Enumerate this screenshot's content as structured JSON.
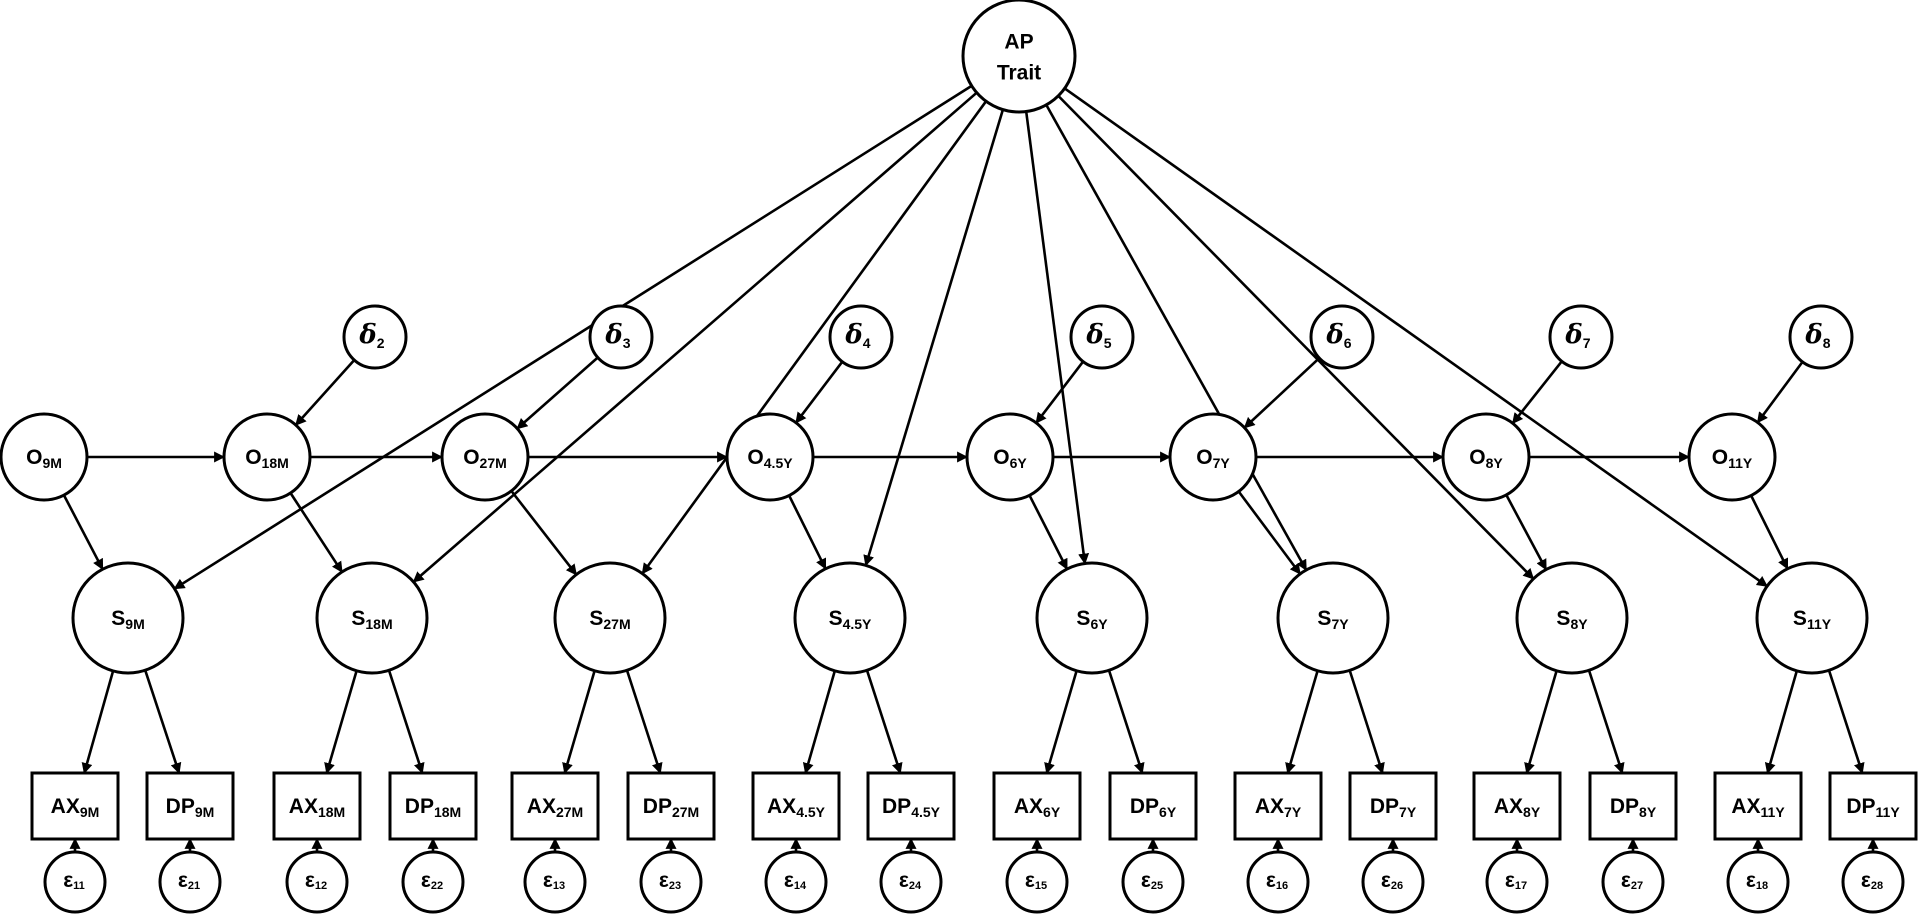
{
  "trait": {
    "line1": "AP",
    "line2": "Trait"
  },
  "waves": [
    {
      "o": {
        "b": "O",
        "s": "9M"
      },
      "s": {
        "b": "S",
        "s": "9M"
      },
      "ax": {
        "b": "AX",
        "s": "9M"
      },
      "dp": {
        "b": "DP",
        "s": "9M"
      },
      "e1": {
        "b": "ε",
        "s": "11"
      },
      "e2": {
        "b": "ε",
        "s": "21"
      },
      "d": null
    },
    {
      "o": {
        "b": "O",
        "s": "18M"
      },
      "s": {
        "b": "S",
        "s": "18M"
      },
      "ax": {
        "b": "AX",
        "s": "18M"
      },
      "dp": {
        "b": "DP",
        "s": "18M"
      },
      "e1": {
        "b": "ε",
        "s": "12"
      },
      "e2": {
        "b": "ε",
        "s": "22"
      },
      "d": {
        "b": "δ",
        "s": "2"
      }
    },
    {
      "o": {
        "b": "O",
        "s": "27M"
      },
      "s": {
        "b": "S",
        "s": "27M"
      },
      "ax": {
        "b": "AX",
        "s": "27M"
      },
      "dp": {
        "b": "DP",
        "s": "27M"
      },
      "e1": {
        "b": "ε",
        "s": "13"
      },
      "e2": {
        "b": "ε",
        "s": "23"
      },
      "d": {
        "b": "δ",
        "s": "3"
      }
    },
    {
      "o": {
        "b": "O",
        "s": "4.5Y"
      },
      "s": {
        "b": "S",
        "s": "4.5Y"
      },
      "ax": {
        "b": "AX",
        "s": "4.5Y"
      },
      "dp": {
        "b": "DP",
        "s": "4.5Y"
      },
      "e1": {
        "b": "ε",
        "s": "14"
      },
      "e2": {
        "b": "ε",
        "s": "24"
      },
      "d": {
        "b": "δ",
        "s": "4"
      }
    },
    {
      "o": {
        "b": "O",
        "s": "6Y"
      },
      "s": {
        "b": "S",
        "s": "6Y"
      },
      "ax": {
        "b": "AX",
        "s": "6Y"
      },
      "dp": {
        "b": "DP",
        "s": "6Y"
      },
      "e1": {
        "b": "ε",
        "s": "15"
      },
      "e2": {
        "b": "ε",
        "s": "25"
      },
      "d": {
        "b": "δ",
        "s": "5"
      }
    },
    {
      "o": {
        "b": "O",
        "s": "7Y"
      },
      "s": {
        "b": "S",
        "s": "7Y"
      },
      "ax": {
        "b": "AX",
        "s": "7Y"
      },
      "dp": {
        "b": "DP",
        "s": "7Y"
      },
      "e1": {
        "b": "ε",
        "s": "16"
      },
      "e2": {
        "b": "ε",
        "s": "26"
      },
      "d": {
        "b": "δ",
        "s": "6"
      }
    },
    {
      "o": {
        "b": "O",
        "s": "8Y"
      },
      "s": {
        "b": "S",
        "s": "8Y"
      },
      "ax": {
        "b": "AX",
        "s": "8Y"
      },
      "dp": {
        "b": "DP",
        "s": "8Y"
      },
      "e1": {
        "b": "ε",
        "s": "17"
      },
      "e2": {
        "b": "ε",
        "s": "27"
      },
      "d": {
        "b": "δ",
        "s": "7"
      }
    },
    {
      "o": {
        "b": "O",
        "s": "11Y"
      },
      "s": {
        "b": "S",
        "s": "11Y"
      },
      "ax": {
        "b": "AX",
        "s": "11Y"
      },
      "dp": {
        "b": "DP",
        "s": "11Y"
      },
      "e1": {
        "b": "ε",
        "s": "18"
      },
      "e2": {
        "b": "ε",
        "s": "28"
      },
      "d": {
        "b": "δ",
        "s": "8"
      }
    }
  ]
}
